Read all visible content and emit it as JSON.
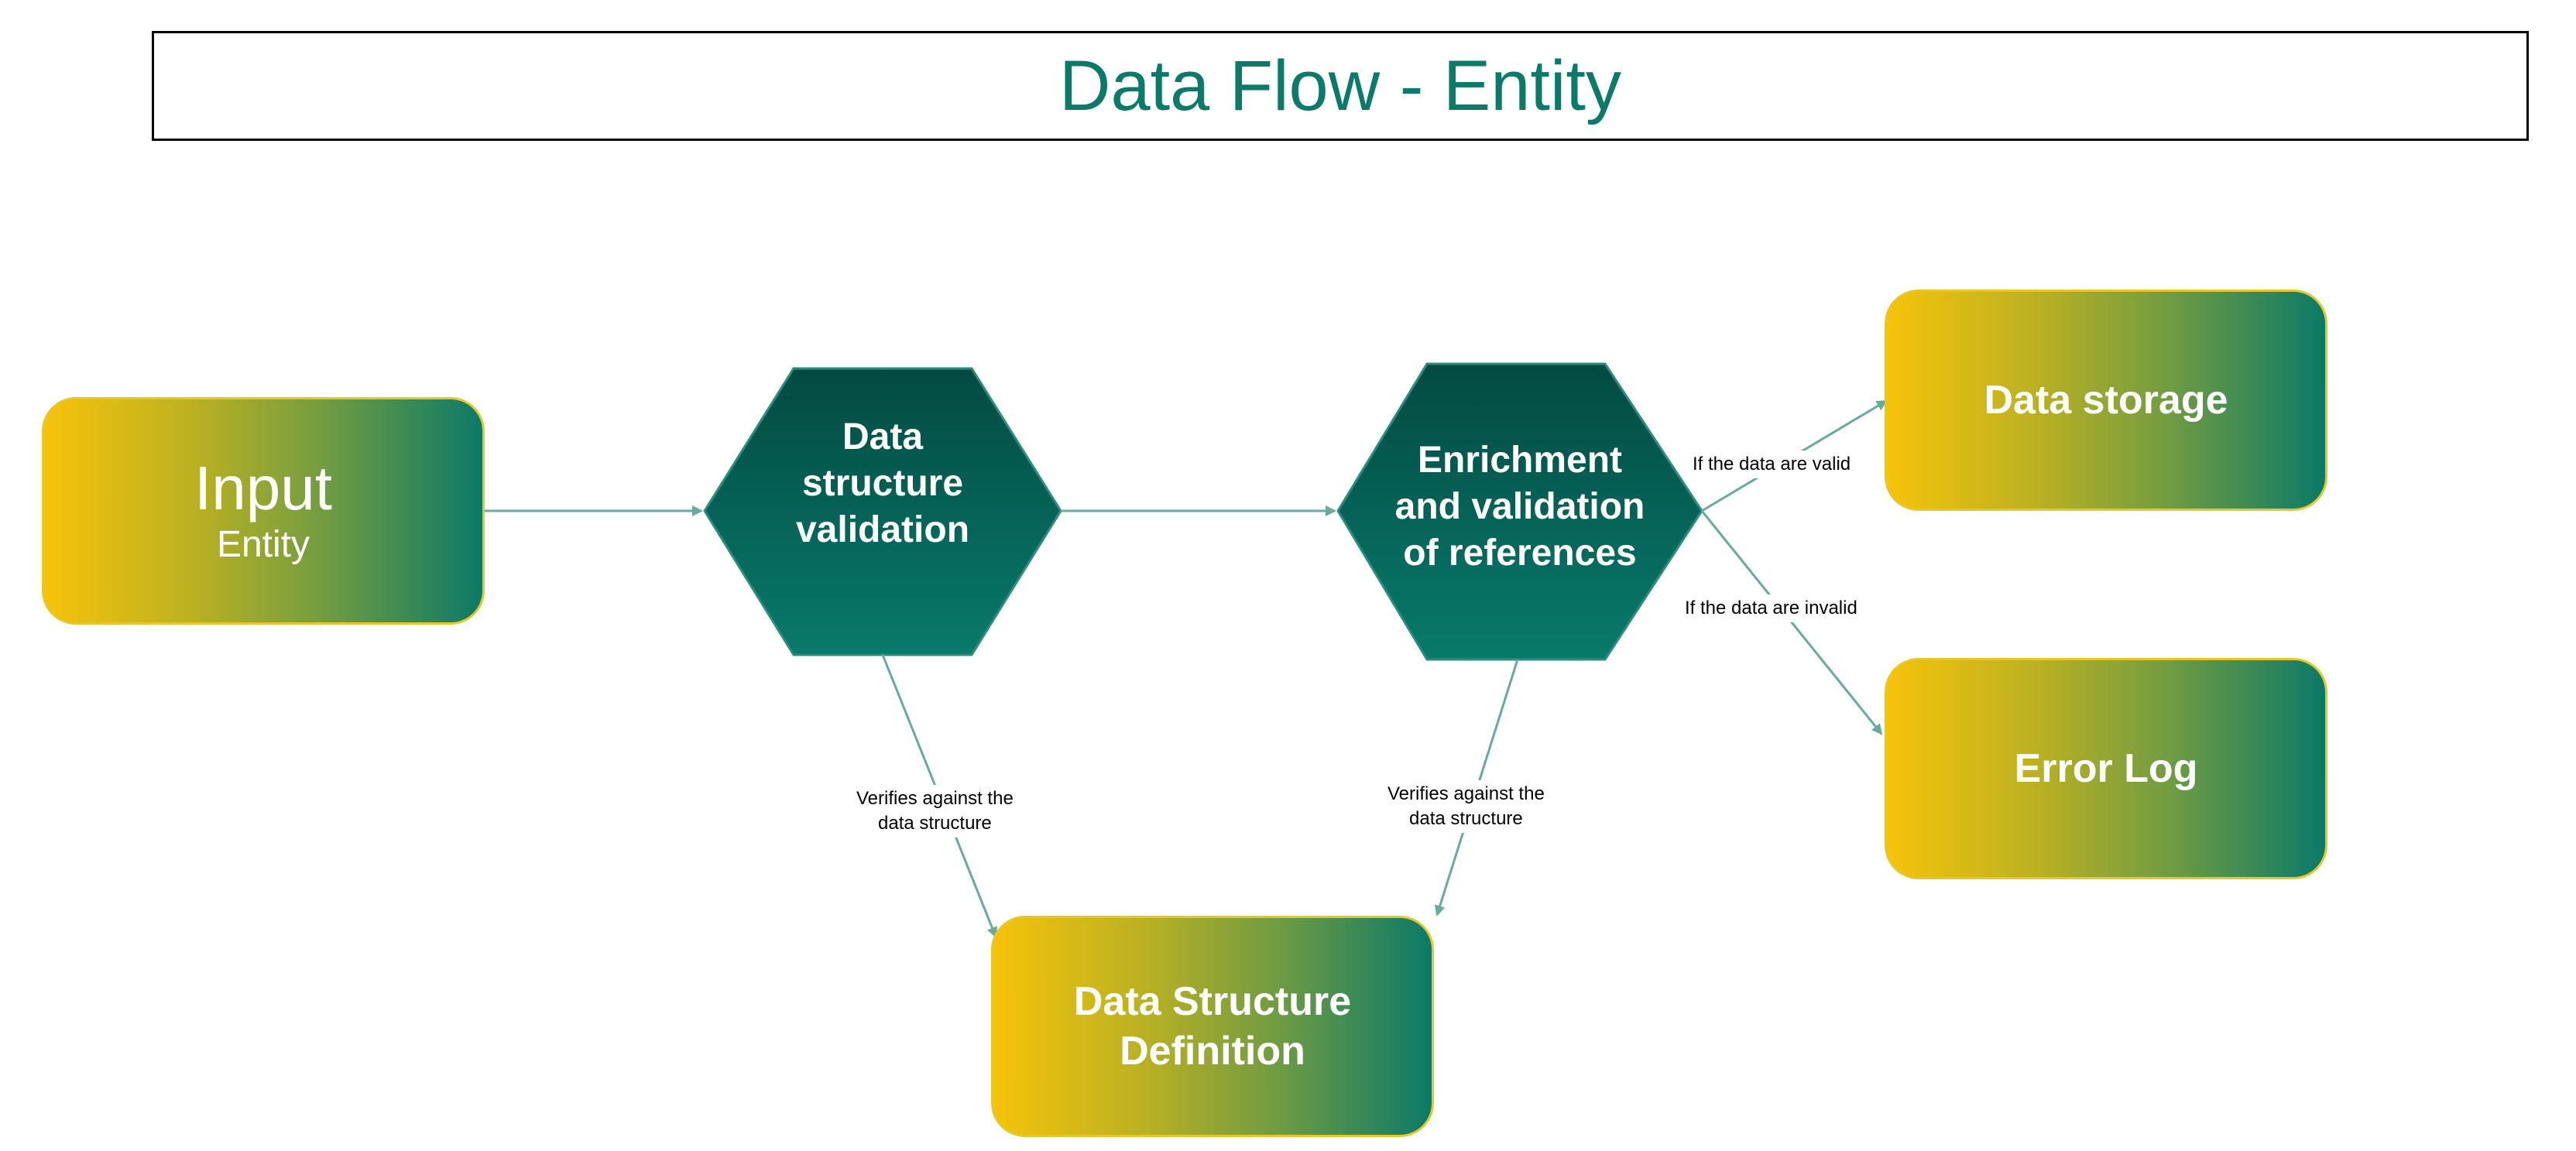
{
  "title": "Data Flow - Entity",
  "nodes": {
    "input": {
      "main": "Input",
      "sub": "Entity"
    },
    "structure_validation": {
      "label": "Data\nstructure\nvalidation"
    },
    "enrichment": {
      "label": "Enrichment\nand validation\nof references"
    },
    "data_storage": {
      "label": "Data storage"
    },
    "error_log": {
      "label": "Error Log"
    },
    "structure_definition": {
      "label": "Data Structure\nDefinition"
    }
  },
  "edges": {
    "verifies_left": "Verifies against the\ndata structure",
    "verifies_right": "Verifies against the\ndata structure",
    "valid": "If the data are valid",
    "invalid": "If the data are invalid"
  },
  "colors": {
    "title": "#0b7a68",
    "hexagon_top": "#034a41",
    "hexagon_bottom": "#087a6b",
    "gradient_start": "#f6c30a",
    "gradient_end": "#0b7a68",
    "arrow": "#6aaa9c"
  }
}
